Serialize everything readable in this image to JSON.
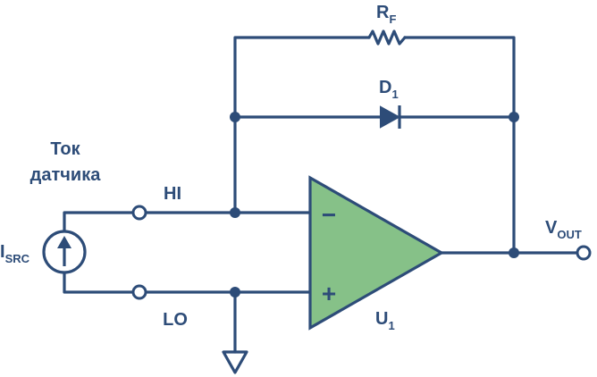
{
  "labels": {
    "sensor_current_line1": "Ток",
    "sensor_current_line2": "датчика",
    "terminal_hi": "HI",
    "terminal_lo": "LO",
    "resistor_main": "R",
    "resistor_sub": "F",
    "diode_main": "D",
    "diode_sub": "1",
    "opamp_main": "U",
    "opamp_sub": "1",
    "output_main": "V",
    "output_sub": "OUT",
    "source_main": "I",
    "source_sub": "SRC",
    "inverting_input_sign": "−",
    "noninverting_input_sign": "+"
  },
  "colors": {
    "wire": "#2d4c78",
    "opamp_fill": "#86c188",
    "background": "#ffffff"
  }
}
